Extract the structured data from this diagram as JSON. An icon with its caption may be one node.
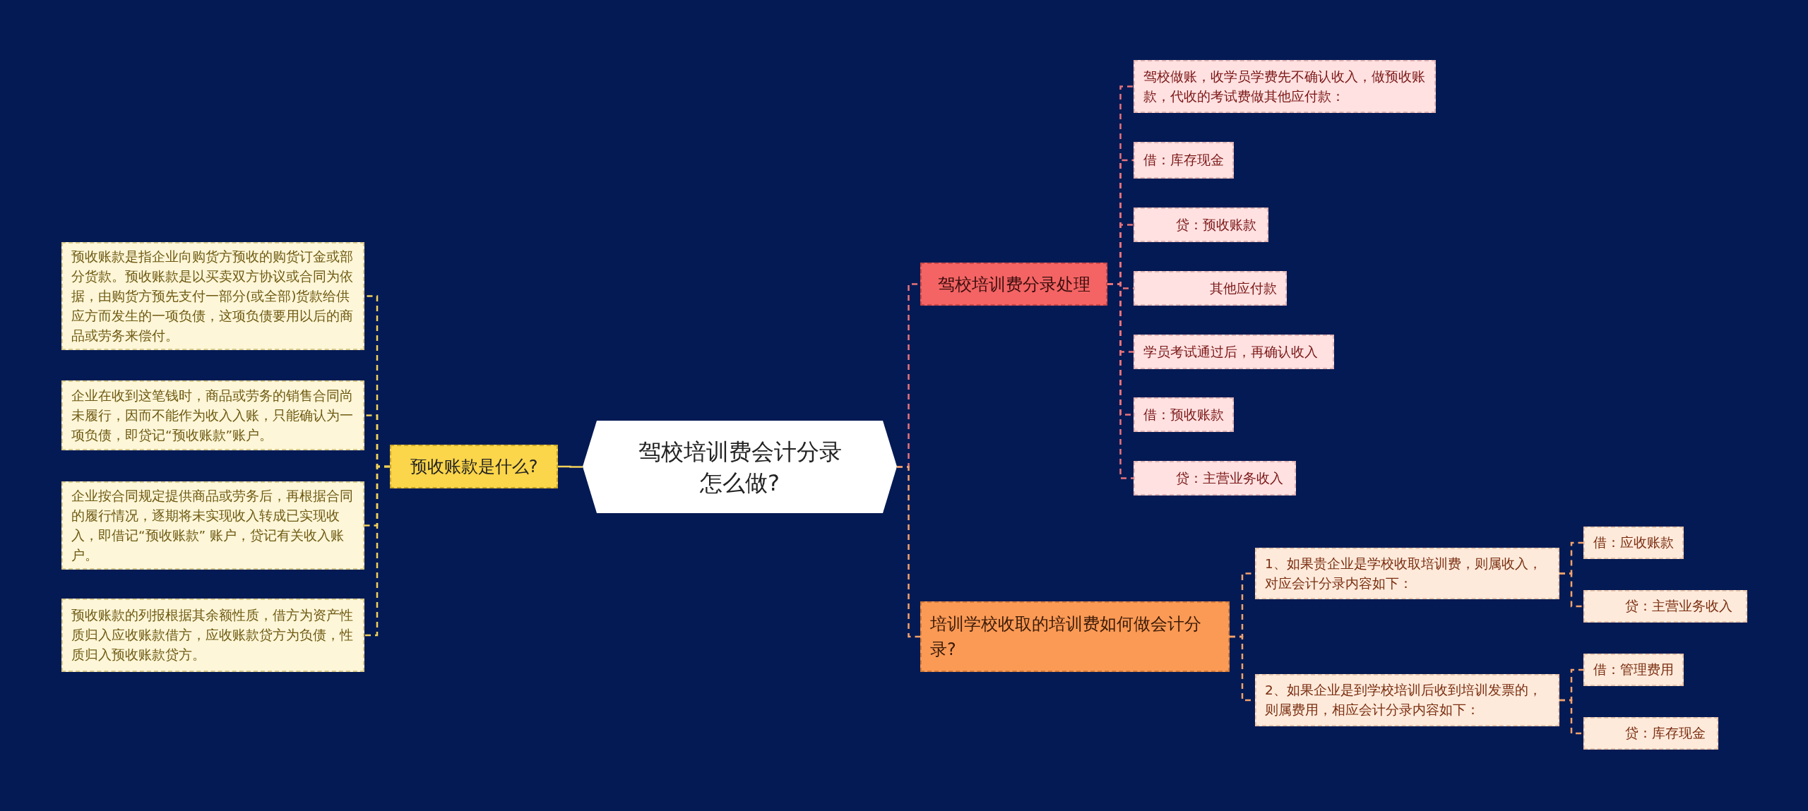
{
  "diagram": {
    "nodes": [
      {
        "text": [
          "驾校培训费会计分录怎么做?"
        ]
      },
      {
        "text": [
          "预收账款是什么?"
        ]
      },
      {
        "text": [
          "预收账款是指企业向购货方预收的购货订金或部分货款。预收账款是以买卖双方协议或合同为依据，由购货方预先支付一部分(或全部)货款给供应方而发生的一项负债，这项负债要用以后的商品或劳务来偿付。"
        ]
      },
      {
        "text": [
          "企业在收到这笔钱时，商品或劳务的销售合同尚未履行，因而不能作为收入入账，只能确认为一项负债，即贷记“预收账款”账户。"
        ]
      },
      {
        "text": [
          "企业按合同规定提供商品或劳务后，再根据合同的履行情况，逐期将未实现收入转成已实现收入，即借记“预收账款” 账户，贷记有关收入账户。"
        ]
      },
      {
        "text": [
          "预收账款的列报根据其余额性质，借方为资产性质归入应收账款借方，应收账款贷方为负债，性质归入预收账款贷方。"
        ]
      },
      {
        "text": [
          "驾校培训费分录处理"
        ]
      },
      {
        "text": [
          "驾校做账，收学员学费先不确认收入，做预收账款，代收的考试费做其他应付款："
        ]
      },
      {
        "text": [
          "借：库存现金"
        ]
      },
      {
        "text": [
          "贷：预收账款"
        ]
      },
      {
        "text": [
          "其他应付款"
        ]
      },
      {
        "text": [
          "学员考试通过后，再确认收入"
        ]
      },
      {
        "text": [
          "借：预收账款"
        ]
      },
      {
        "text": [
          "贷：主营业务收入"
        ]
      },
      {
        "text": [
          "培训学校收取的培训费如何做会计分录?"
        ]
      },
      {
        "text": [
          "1、如果贵企业是学校收取培训费，则属收入，对应会计分录内容如下："
        ]
      },
      {
        "text": [
          "借：应收账款"
        ]
      },
      {
        "text": [
          "贷：主营业务收入"
        ]
      },
      {
        "text": [
          "2、如果企业是到学校培训后收到培训发票的，则属费用，相应会计分录内容如下："
        ]
      },
      {
        "text": [
          "借：管理费用"
        ]
      },
      {
        "text": [
          "贷：库存现金"
        ]
      }
    ],
    "edges": [
      {
        "from": 0,
        "to": 1,
        "arrow": "none",
        "color": "#f2d15a"
      },
      {
        "from": 1,
        "to": 2,
        "arrow": "none",
        "style": "dashed",
        "color": "#f2d15a"
      },
      {
        "from": 1,
        "to": 3,
        "arrow": "none",
        "style": "dashed",
        "color": "#f2d15a"
      },
      {
        "from": 1,
        "to": 4,
        "arrow": "none",
        "style": "dashed",
        "color": "#f2d15a"
      },
      {
        "from": 1,
        "to": 5,
        "arrow": "none",
        "style": "dashed",
        "color": "#f2d15a"
      },
      {
        "from": 0,
        "to": 6,
        "arrow": "none",
        "style": "dashed"
      },
      {
        "from": 6,
        "to": 7,
        "arrow": "none",
        "style": "dashed"
      },
      {
        "from": 6,
        "to": 8,
        "arrow": "none",
        "style": "dashed"
      },
      {
        "from": 6,
        "to": 9,
        "arrow": "none",
        "style": "dashed"
      },
      {
        "from": 6,
        "to": 10,
        "arrow": "none",
        "style": "dashed"
      },
      {
        "from": 6,
        "to": 11,
        "arrow": "none",
        "style": "dashed"
      },
      {
        "from": 6,
        "to": 12,
        "arrow": "none",
        "style": "dashed"
      },
      {
        "from": 6,
        "to": 13,
        "arrow": "none",
        "style": "dashed"
      },
      {
        "from": 0,
        "to": 14,
        "arrow": "none",
        "style": "dashed",
        "color": "#f4a26b"
      },
      {
        "from": 14,
        "to": 15,
        "arrow": "none",
        "style": "dashed",
        "color": "#f4a26b"
      },
      {
        "from": 15,
        "to": 16,
        "arrow": "none",
        "style": "dashed",
        "color": "#f4a26b"
      },
      {
        "from": 15,
        "to": 17,
        "arrow": "none",
        "style": "dashed",
        "color": "#f4a26b"
      },
      {
        "from": 14,
        "to": 18,
        "arrow": "none",
        "style": "dashed",
        "color": "#f4a26b"
      },
      {
        "from": 18,
        "to": 19,
        "arrow": "none",
        "style": "dashed",
        "color": "#f4a26b"
      },
      {
        "from": 18,
        "to": 20,
        "arrow": "none",
        "style": "dashed",
        "color": "#f4a26b"
      }
    ]
  }
}
